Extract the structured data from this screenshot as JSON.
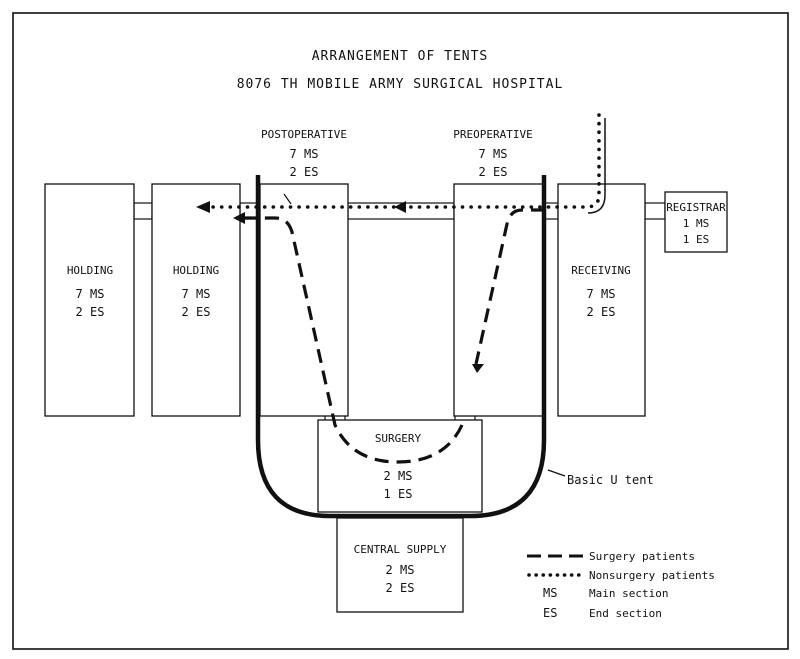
{
  "title": {
    "line1": "ARRANGEMENT OF TENTS",
    "line2": "8076 TH MOBILE ARMY SURGICAL HOSPITAL"
  },
  "tents": {
    "holding1": {
      "name": "HOLDING",
      "ms": "7 MS",
      "es": "2 ES"
    },
    "holding2": {
      "name": "HOLDING",
      "ms": "7 MS",
      "es": "2 ES"
    },
    "postoperative": {
      "name": "POSTOPERATIVE",
      "ms": "7 MS",
      "es": "2 ES"
    },
    "preoperative": {
      "name": "PREOPERATIVE",
      "ms": "7 MS",
      "es": "2 ES"
    },
    "receiving": {
      "name": "RECEIVING",
      "ms": "7 MS",
      "es": "2 ES"
    },
    "registrar": {
      "name": "REGISTRAR",
      "ms": "1 MS",
      "es": "1 ES"
    },
    "surgery": {
      "name": "SURGERY",
      "ms": "2 MS",
      "es": "1 ES"
    },
    "central_supply": {
      "name": "CENTRAL SUPPLY",
      "ms": "2 MS",
      "es": "2 ES"
    }
  },
  "u_tent_label": "Basic U tent",
  "legend": {
    "surgery": "Surgery patients",
    "nonsurgery": "Nonsurgery patients",
    "ms_key": "MS",
    "ms_value": "Main section",
    "es_key": "ES",
    "es_value": "End section"
  }
}
